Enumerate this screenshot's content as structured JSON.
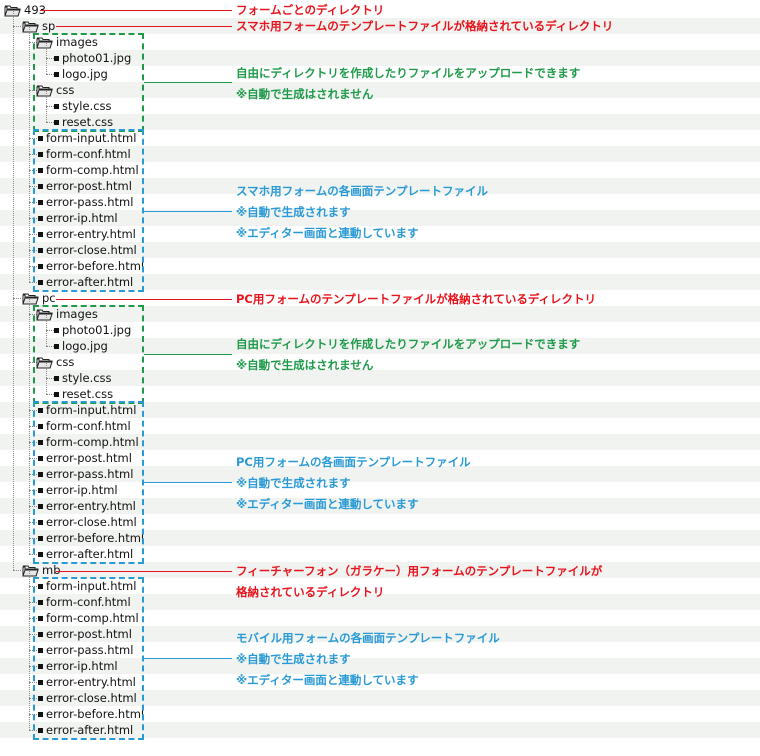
{
  "colors": {
    "red": "#e8141c",
    "green": "#1f9a4a",
    "blue": "#2a9ad6"
  },
  "tree": {
    "root": "493",
    "sp": {
      "name": "sp",
      "images": {
        "name": "images",
        "files": [
          "photo01.jpg",
          "logo.jpg"
        ]
      },
      "css": {
        "name": "css",
        "files": [
          "style.css",
          "reset.css"
        ]
      },
      "templates": [
        "form-input.html",
        "form-conf.html",
        "form-comp.html",
        "error-post.html",
        "error-pass.html",
        "error-ip.html",
        "error-entry.html",
        "error-close.html",
        "error-before.html",
        "error-after.html"
      ]
    },
    "pc": {
      "name": "pc",
      "images": {
        "name": "images",
        "files": [
          "photo01.jpg",
          "logo.jpg"
        ]
      },
      "css": {
        "name": "css",
        "files": [
          "style.css",
          "reset.css"
        ]
      },
      "templates": [
        "form-input.html",
        "form-conf.html",
        "form-comp.html",
        "error-post.html",
        "error-pass.html",
        "error-ip.html",
        "error-entry.html",
        "error-close.html",
        "error-before.html",
        "error-after.html"
      ]
    },
    "mb": {
      "name": "mb",
      "templates": [
        "form-input.html",
        "form-conf.html",
        "form-comp.html",
        "error-post.html",
        "error-pass.html",
        "error-ip.html",
        "error-entry.html",
        "error-close.html",
        "error-before.html",
        "error-after.html"
      ]
    }
  },
  "annotations": {
    "root": [
      "フォームごとのディレクトリ"
    ],
    "sp_dir": [
      "スマホ用フォームのテンプレートファイルが格納されているディレクトリ"
    ],
    "sp_assets": [
      "自由にディレクトリを作成したりファイルをアップロードできます",
      "※自動で生成はされません"
    ],
    "sp_templates": [
      "スマホ用フォームの各画面テンプレートファイル",
      "※自動で生成されます",
      "※エディター画面と連動しています"
    ],
    "pc_dir": [
      "PC用フォームのテンプレートファイルが格納されているディレクトリ"
    ],
    "pc_assets": [
      "自由にディレクトリを作成したりファイルをアップロードできます",
      "※自動で生成はされません"
    ],
    "pc_templates": [
      "PC用フォームの各画面テンプレートファイル",
      "※自動で生成されます",
      "※エディター画面と連動しています"
    ],
    "mb_dir": [
      "フィーチャーフォン（ガラケー）用フォームのテンプレートファイルが",
      "格納されているディレクトリ"
    ],
    "mb_templates": [
      "モバイル用フォームの各画面テンプレートファイル",
      "※自動で生成されます",
      "※エディター画面と連動しています"
    ]
  }
}
